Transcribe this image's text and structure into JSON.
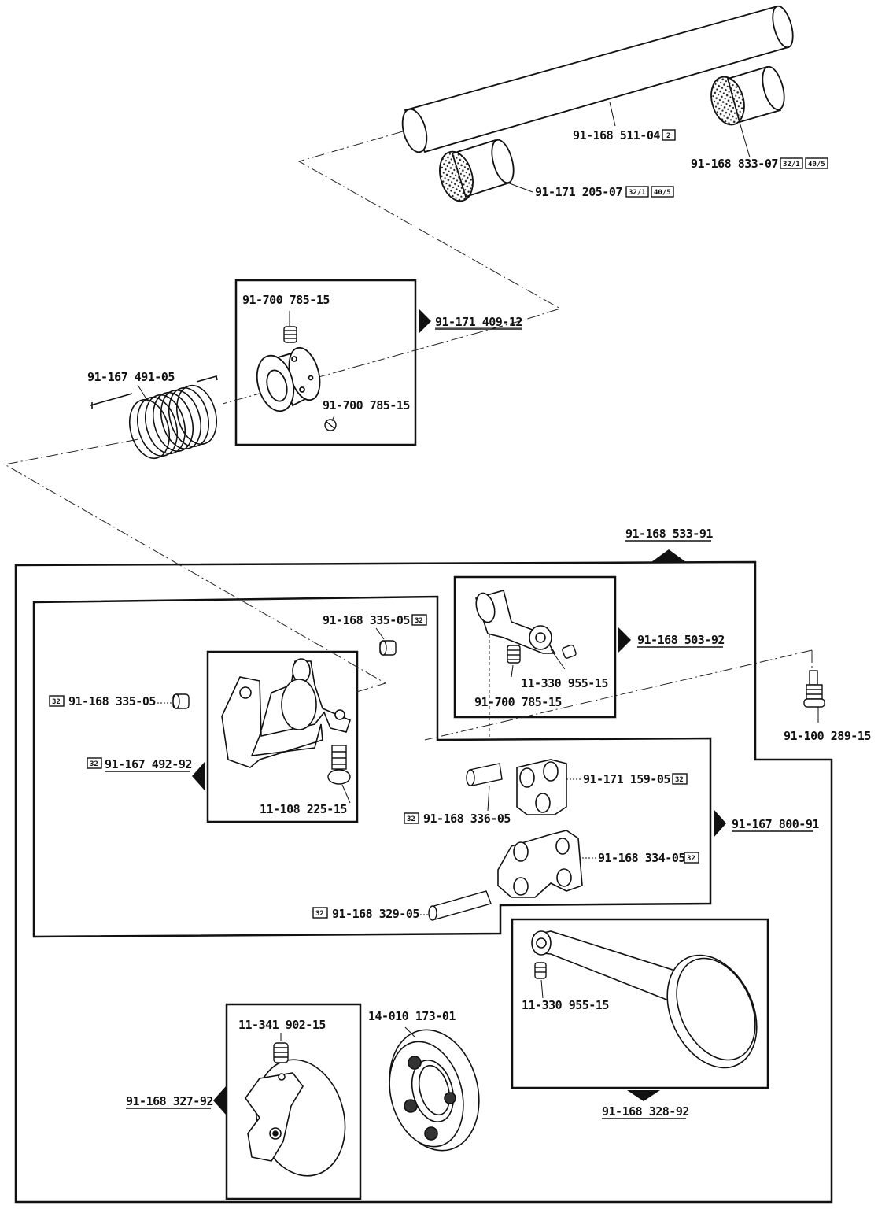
{
  "parts": {
    "shaft": "91-168 511-04",
    "bushing_right": "91-168 833-07",
    "bushing_left": "91-171 205-07",
    "collar_assembly": "91-171 409-12",
    "collar_screw_top": "91-700 785-15",
    "collar_screw_side": "91-700 785-15",
    "spring": "91-167 491-05",
    "main_assembly": "91-168 533-91",
    "crank_assembly": "91-168 503-92",
    "crank_screw_right": "11-330 955-15",
    "crank_screw_left": "91-700 785-15",
    "pin_top": "91-168 335-05",
    "pin_left": "91-168 335-05",
    "bracket_assembly": "91-167 492-92",
    "bracket_screw": "11-108 225-15",
    "screw_far_right": "91-100 289-15",
    "link_pin_upper": "91-168 336-05",
    "link_upper": "91-171 159-05",
    "link_assembly": "91-167 800-91",
    "link_lower": "91-168 334-05",
    "link_pin_lower": "91-168 329-05",
    "eccentric_rod_screw": "11-330 955-15",
    "eccentric_rod_assembly": "91-168 328-92",
    "bearing": "14-010 173-01",
    "eccentric_screw": "11-341 902-15",
    "eccentric_assembly": "91-168 327-92"
  },
  "badges": {
    "b2": "2",
    "b32": "32",
    "b32_1": "32/1",
    "b40_5": "40/5"
  }
}
